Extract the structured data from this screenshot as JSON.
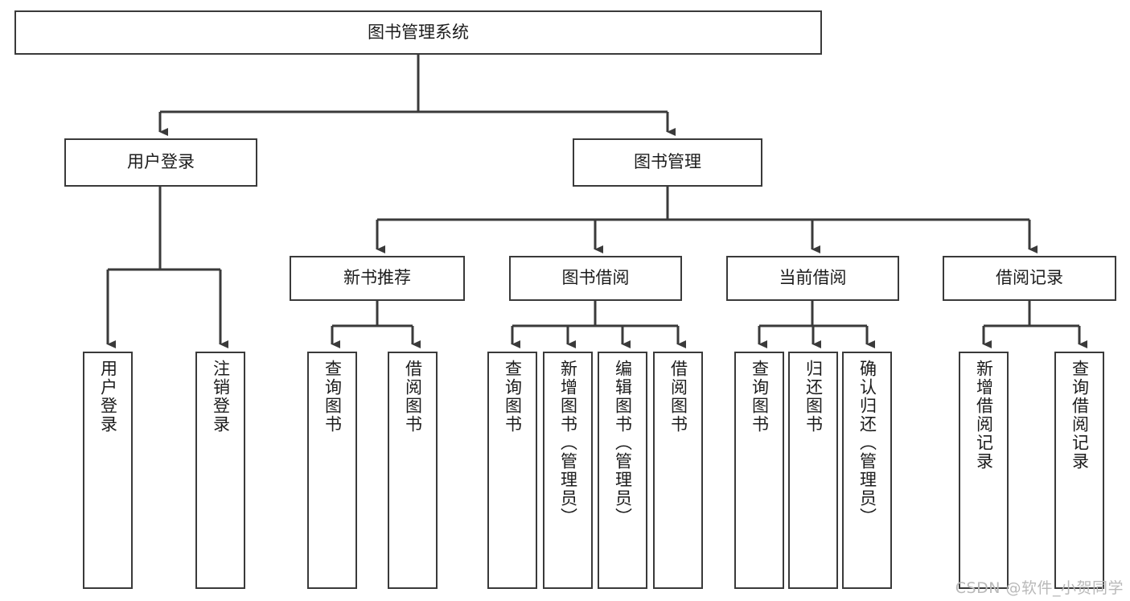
{
  "diagram": {
    "type": "hierarchy-tree",
    "title": "图书管理系统",
    "colors": {
      "background": "#ffffff",
      "box_border": "#3a3a3a",
      "connector": "#3a3a3a",
      "text": "#1c1c1c",
      "watermark": "#b9b9b9"
    },
    "root": {
      "label": "图书管理系统",
      "orientation": "horizontal"
    },
    "level2": [
      {
        "label": "用户登录",
        "orientation": "horizontal"
      },
      {
        "label": "图书管理",
        "orientation": "horizontal"
      }
    ],
    "level3": [
      {
        "label": "新书推荐",
        "orientation": "horizontal"
      },
      {
        "label": "图书借阅",
        "orientation": "horizontal"
      },
      {
        "label": "当前借阅",
        "orientation": "horizontal"
      },
      {
        "label": "借阅记录",
        "orientation": "horizontal"
      }
    ],
    "leaves": {
      "user_login": [
        {
          "label": "用户登录",
          "orientation": "vertical"
        },
        {
          "label": "注销登录",
          "orientation": "vertical"
        }
      ],
      "new_book_recommend": [
        {
          "label": "查询图书",
          "orientation": "vertical"
        },
        {
          "label": "借阅图书",
          "orientation": "vertical"
        }
      ],
      "book_borrow": [
        {
          "label": "查询图书",
          "orientation": "vertical"
        },
        {
          "label": "新增图书（管理员）",
          "orientation": "vertical"
        },
        {
          "label": "编辑图书（管理员）",
          "orientation": "vertical"
        },
        {
          "label": "借阅图书",
          "orientation": "vertical"
        }
      ],
      "current_borrow": [
        {
          "label": "查询图书",
          "orientation": "vertical"
        },
        {
          "label": "归还图书",
          "orientation": "vertical"
        },
        {
          "label": "确认归还（管理员）",
          "orientation": "vertical"
        }
      ],
      "borrow_record": [
        {
          "label": "新增借阅记录",
          "orientation": "vertical"
        },
        {
          "label": "查询借阅记录",
          "orientation": "vertical"
        }
      ]
    }
  },
  "watermark": {
    "text": "CSDN @软件_小贺同学"
  }
}
